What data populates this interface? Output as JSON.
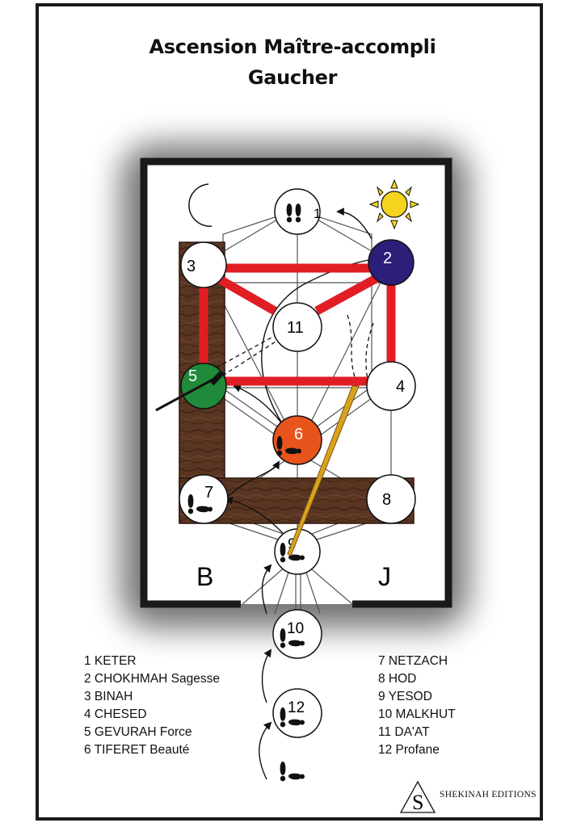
{
  "title": {
    "line1": "Ascension Maître-accompli",
    "line2": "Gaucher"
  },
  "nodes": [
    {
      "label": "1"
    },
    {
      "label": "2"
    },
    {
      "label": "3"
    },
    {
      "label": "4"
    },
    {
      "label": "5"
    },
    {
      "label": "6"
    },
    {
      "label": "7"
    },
    {
      "label": "8"
    },
    {
      "label": "9"
    },
    {
      "label": "10"
    },
    {
      "label": "11"
    },
    {
      "label": "12"
    }
  ],
  "pillars": {
    "left": "B",
    "right": "J"
  },
  "legend_left": [
    "1  KETER",
    "2  CHOKHMAH Sagesse",
    "3  BINAH",
    "4  CHESED",
    "5  GEVURAH Force",
    "6  TIFERET Beauté"
  ],
  "legend_right": [
    "7   NETZACH",
    "8   HOD",
    "9   YESOD",
    "10 MALKHUT",
    "11 DA'AT",
    "12 Profane"
  ],
  "brand": {
    "letter": "S",
    "name": "SHEKINAH EDITIONS"
  },
  "colors": {
    "node2": "#2b1f7a",
    "node5": "#1f8a3a",
    "node6": "#e8541c",
    "red_frame": "#e01e24",
    "wood": "#5a3522",
    "moon": "#f2e24a",
    "sun": "#f4d41c",
    "sword": "#d9a21e"
  },
  "icons": [
    "moon-icon",
    "sun-icon",
    "footprints-icon",
    "sword-icon",
    "triangle-logo-icon"
  ]
}
